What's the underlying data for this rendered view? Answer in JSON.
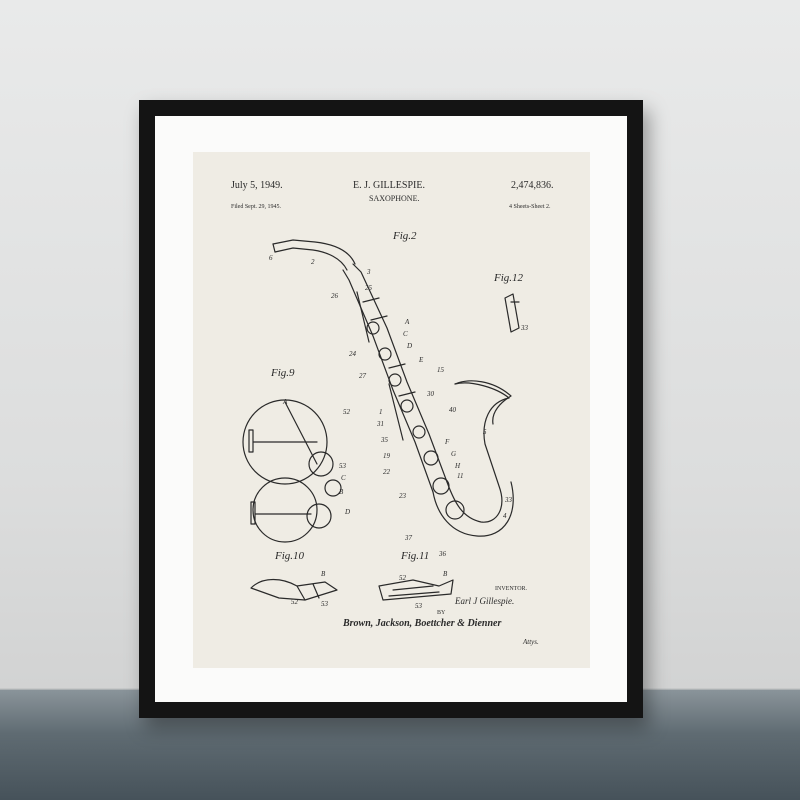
{
  "patent": {
    "date": "July 5, 1949.",
    "inventor_name": "E. J. GILLESPIE.",
    "title": "SAXOPHONE.",
    "number": "2,474,836.",
    "filed": "Filed Sept. 29, 1945.",
    "sheets": "4 Sheets-Sheet 2."
  },
  "figures": {
    "fig2": "Fig.2",
    "fig9": "Fig.9",
    "fig10": "Fig.10",
    "fig11": "Fig.11",
    "fig12": "Fig.12"
  },
  "signature": {
    "inventor_label": "INVENTOR.",
    "inventor_signature": "Earl J Gillespie.",
    "by": "BY",
    "attorneys": "Brown, Jackson, Boettcher & Dienner",
    "attys": "Attys."
  },
  "colors": {
    "frame": "#141414",
    "mat": "#fbfbfa",
    "paper": "#efece4",
    "wall": "#e2e3e3",
    "ink": "#2a2a2a"
  }
}
